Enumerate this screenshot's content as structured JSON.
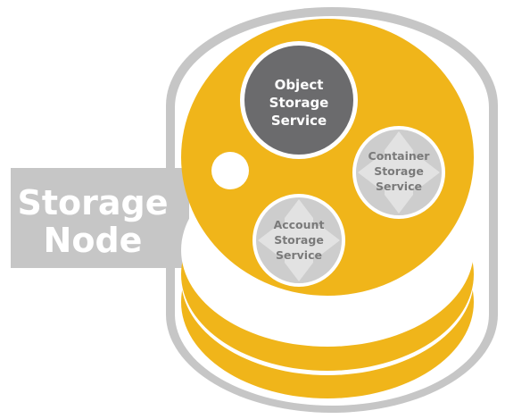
{
  "storage_node": {
    "label_line1": "Storage",
    "label_line2": "Node"
  },
  "services": {
    "object": {
      "line1": "Object",
      "line2": "Storage",
      "line3": "Service"
    },
    "container": {
      "line1": "Container",
      "line2": "Storage",
      "line3": "Service"
    },
    "account": {
      "line1": "Account",
      "line2": "Storage",
      "line3": "Service"
    }
  },
  "colors": {
    "disk_fill": "#f0b51a",
    "outline_gray": "#c6c6c6",
    "label_box": "#c6c6c6",
    "object_service": "#6b6b6d",
    "light_service": "#cdcdcd",
    "arrow_fill": "#e2e2e2",
    "text_white": "#ffffff",
    "text_dark_gray": "#7a7a7a"
  }
}
